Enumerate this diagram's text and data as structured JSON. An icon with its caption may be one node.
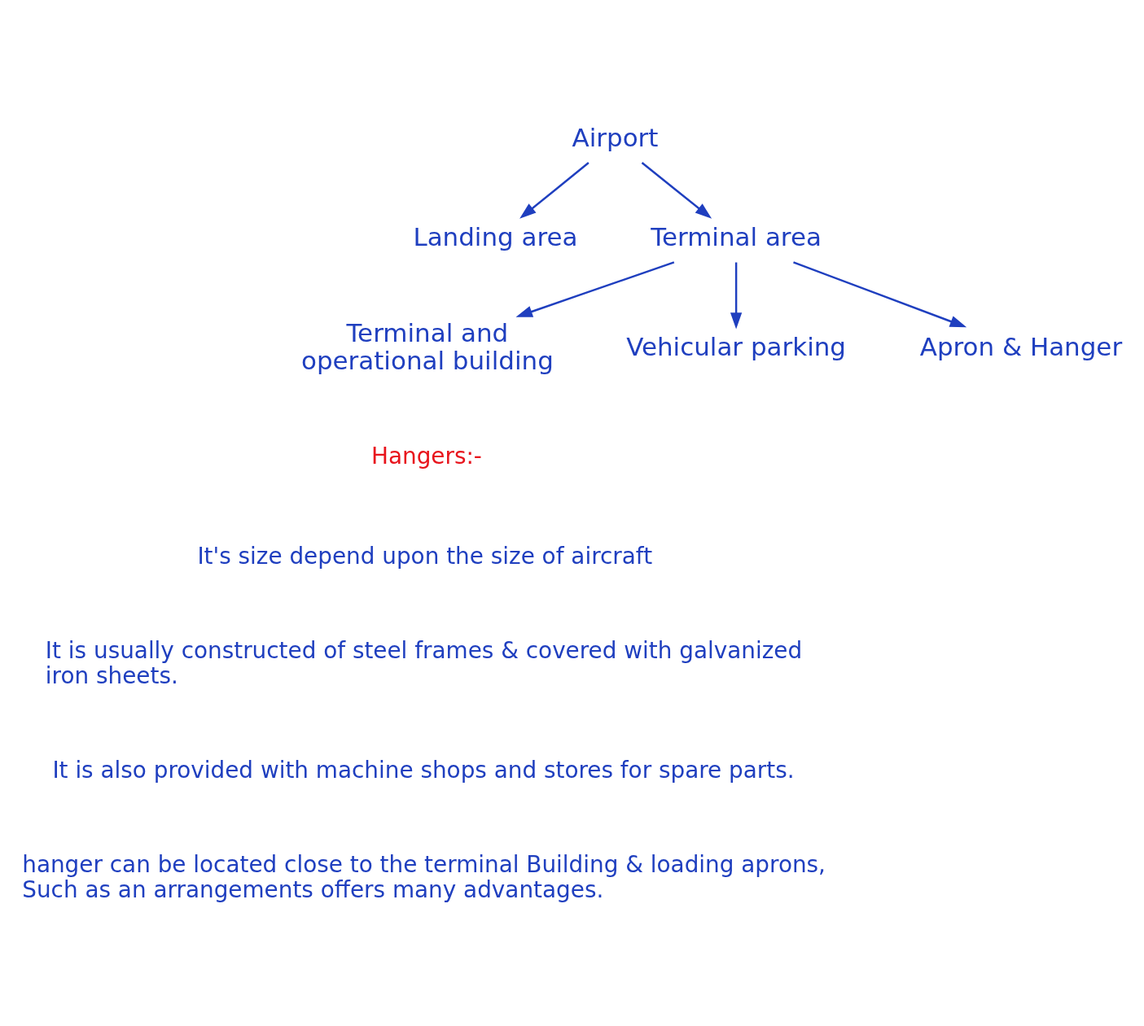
{
  "diagram": {
    "nodes": [
      {
        "text": [
          "Airport"
        ]
      },
      {
        "text": [
          "Landing area"
        ]
      },
      {
        "text": [
          "Terminal area"
        ]
      },
      {
        "text": [
          "Terminal and operational building"
        ]
      },
      {
        "text": [
          "Vehicular parking"
        ]
      },
      {
        "text": [
          "Apron & Hanger"
        ]
      }
    ],
    "edges": [
      {
        "from": 0,
        "to": 1,
        "arrow": "to"
      },
      {
        "from": 0,
        "to": 2,
        "arrow": "to"
      },
      {
        "from": 2,
        "to": 3,
        "arrow": "to"
      },
      {
        "from": 2,
        "to": 4,
        "arrow": "to"
      },
      {
        "from": 2,
        "to": 5,
        "arrow": "to"
      }
    ],
    "labels": [
      "Hangers:-",
      "It's size depend upon the size of aircraft",
      "It is usually constructed of steel frames & covered with galvanized iron sheets.",
      "It is also provided with machine shops and stores for spare parts.",
      "hanger can be located close to the terminal Building & loading aprons, Such as an arrangements offers many advantages."
    ]
  }
}
